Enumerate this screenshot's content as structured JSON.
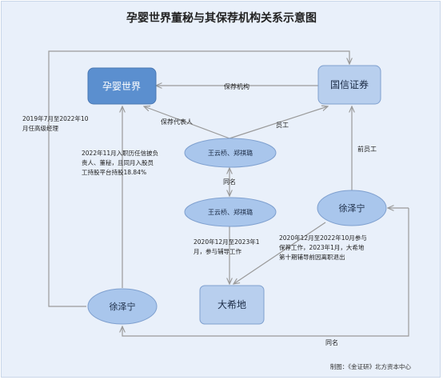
{
  "title": "孕婴世界董秘与其保荐机构关系示意图",
  "nodes": {
    "yunying": "孕婴世界",
    "guoxin": "国信证券",
    "wang_zheng_top": "王云桥、郑祺璐",
    "wang_zheng_mid": "王云桥、郑祺璐",
    "xu_right": "徐泽宁",
    "xu_left": "徐泽宁",
    "daxidi": "大希地"
  },
  "edges": {
    "sponsor": "保荐机构",
    "sponsor_rep": "保荐代表人",
    "employee": "员工",
    "former_employee": "前员工",
    "same_name_mid": "同名",
    "same_name_bottom": "同名"
  },
  "notes": {
    "left_top": [
      "2019年7月至2022年10",
      "月任高级经理"
    ],
    "left_mid": [
      "2022年11月入职历任信披负",
      "责人、董秘，且同月入股员",
      "工持股平台持股18.84%"
    ],
    "center": [
      "2020年12月至2023年1",
      "月，参与辅导工作"
    ],
    "right": [
      "2020年12月至2022年10月参与",
      "保荐工作，2023年1月，大希地",
      "第十期辅导前因离职退出"
    ]
  },
  "credit": "制图：《金证研》北方资本中心",
  "colors": {
    "primary_box": "#5b8fcf",
    "light_box": "#b8cfee",
    "ellipse": "#a9c6ec",
    "arrow": "#9a9a9a"
  }
}
